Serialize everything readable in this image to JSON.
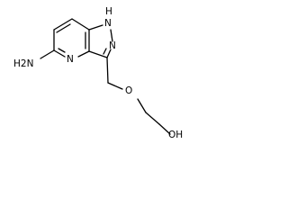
{
  "molecule": {
    "atoms": {
      "nh": "NH",
      "h_on_n1": "H",
      "n2": "N",
      "n4": "N",
      "nh2": "H2N",
      "o_ether": "O",
      "oh": "OH"
    }
  }
}
